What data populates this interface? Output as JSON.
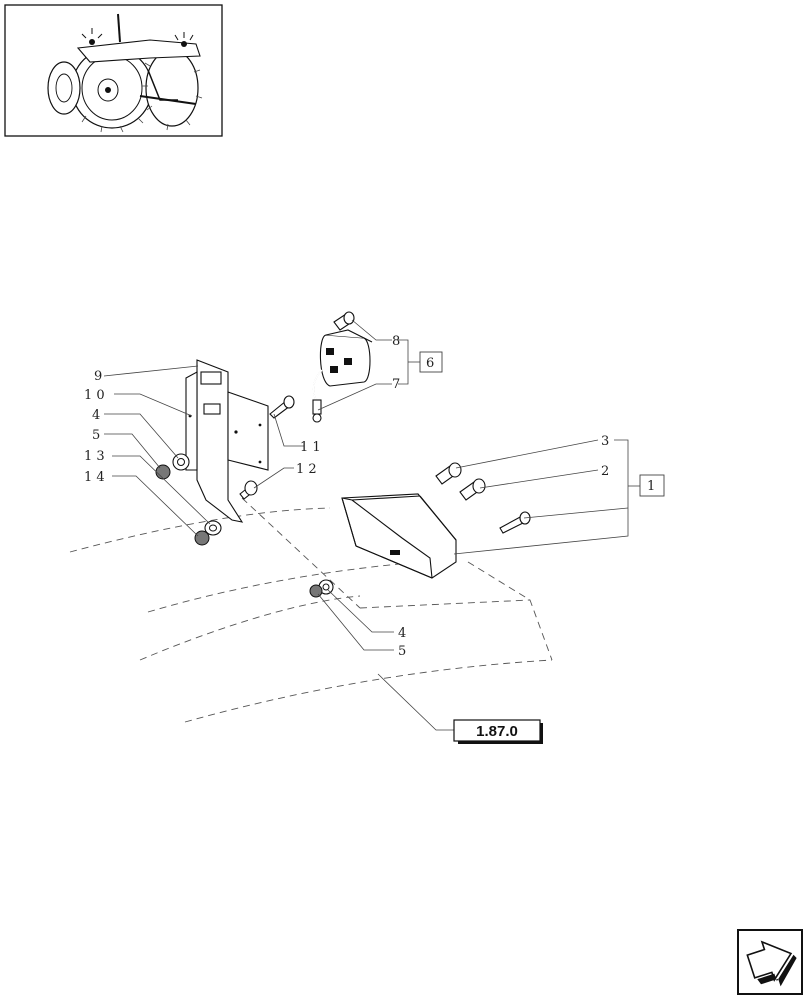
{
  "callouts": {
    "c1": "1",
    "c2": "2",
    "c3": "3",
    "c4a": "4",
    "c4b": "4",
    "c5a": "5",
    "c5b": "5",
    "c6": "6",
    "c7": "7",
    "c8": "8",
    "c9": "9",
    "c10": "1 0",
    "c11": "1 1",
    "c12": "1 2",
    "c13": "1 3",
    "c14": "1 4"
  },
  "reference": "1.87.0",
  "icons": {
    "thumbnail": "tractor-thumbnail-icon",
    "navigation": "next-page-arrow-icon"
  }
}
